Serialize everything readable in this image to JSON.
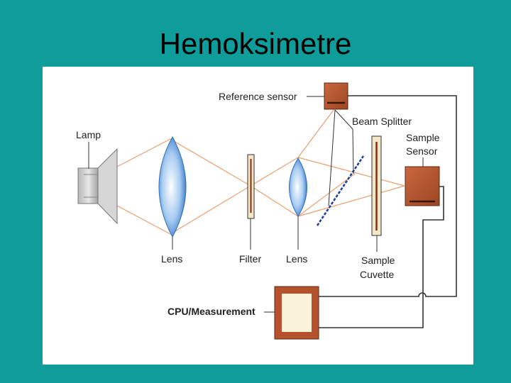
{
  "title": "Hemoksimetre",
  "labels": {
    "lamp": "Lamp",
    "lens_1": "Lens",
    "filter": "Filter",
    "lens_2": "Lens",
    "reference_sensor": "Reference sensor",
    "beam_splitter": "Beam Splitter",
    "sample_sensor_line1": "Sample",
    "sample_sensor_line2": "Sensor",
    "sample_cuvette_line1": "Sample",
    "sample_cuvette_line2": "Cuvette",
    "cpu": "CPU/Measurement"
  },
  "colors": {
    "background": "#0e9d9b",
    "beam": "#e8a070",
    "sensor": "#b5512d",
    "lens": "#4a90d9",
    "cpu_box": "#b5512d"
  }
}
